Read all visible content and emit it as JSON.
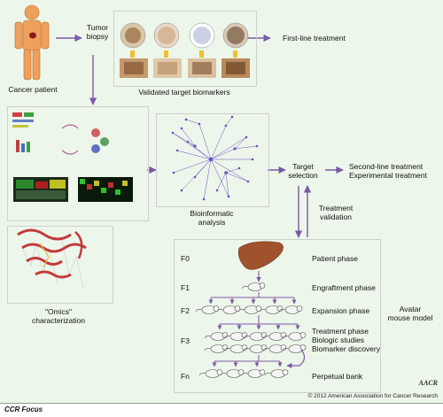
{
  "nodes": {
    "patient": "Cancer patient",
    "biopsy": "Tumor\nbiopsy",
    "biomarkers": "Validated target biomarkers",
    "first_line": "First-line treatment",
    "bioinformatic": "Bioinformatic\nanalysis",
    "target": "Target\nselection",
    "second_line": "Second-line treatment\nExperimental treatment",
    "validation": "Treatment\nvalidation",
    "omics": "\"Omics\"\ncharacterization",
    "avatar": "Avatar\nmouse model"
  },
  "phases": [
    {
      "code": "F0",
      "label": "Patient phase"
    },
    {
      "code": "F1",
      "label": "Engraftment phase"
    },
    {
      "code": "F2",
      "label": "Expansion phase"
    },
    {
      "code": "F3",
      "label": "Treatment phase\nBiologic studies\nBiomarker discovery"
    },
    {
      "code": "Fn",
      "label": "Perpetual bank"
    }
  ],
  "copyright": "© 2012 American Association for Cancer Research",
  "footer": "CCR Focus",
  "colors": {
    "background": "#edf6ea",
    "arrow": "#7b5aa6",
    "network": "#6a4fc0",
    "body_orange": "#f0a05a",
    "tumor": "#8b1a1a",
    "liver": "#a0522d",
    "protein": "#c23b3b"
  }
}
